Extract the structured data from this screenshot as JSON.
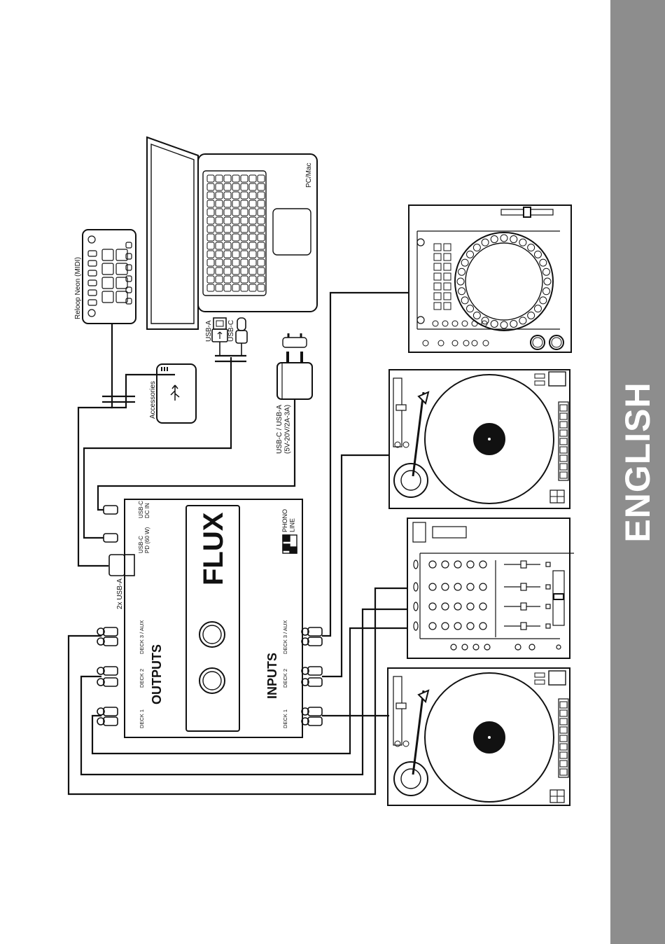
{
  "sidebar": {
    "language": "ENGLISH"
  },
  "devices": {
    "laptop": "PC/Mac",
    "controller": "Reloop Neon (MIDI)",
    "hub": "Accessories",
    "power_supply": "USB-C / USB-A\n(5V-20V/2A-3A)",
    "cable_usb_a": "USB-A",
    "cable_usb_c": "USB-C"
  },
  "interface": {
    "logo": "FLUX",
    "outputs_title": "OUTPUTS",
    "inputs_title": "INPUTS",
    "usb_a_ports": "2x USB-A",
    "usb_c_pd": "USB-C\nPD (60 W)",
    "usb_c_dc": "USB-C\nDC IN",
    "phono_line": "PHONO\nLINE",
    "deck1": "DECK 1",
    "deck2": "DECK 2",
    "deck3": "DECK 3 / AUX"
  }
}
